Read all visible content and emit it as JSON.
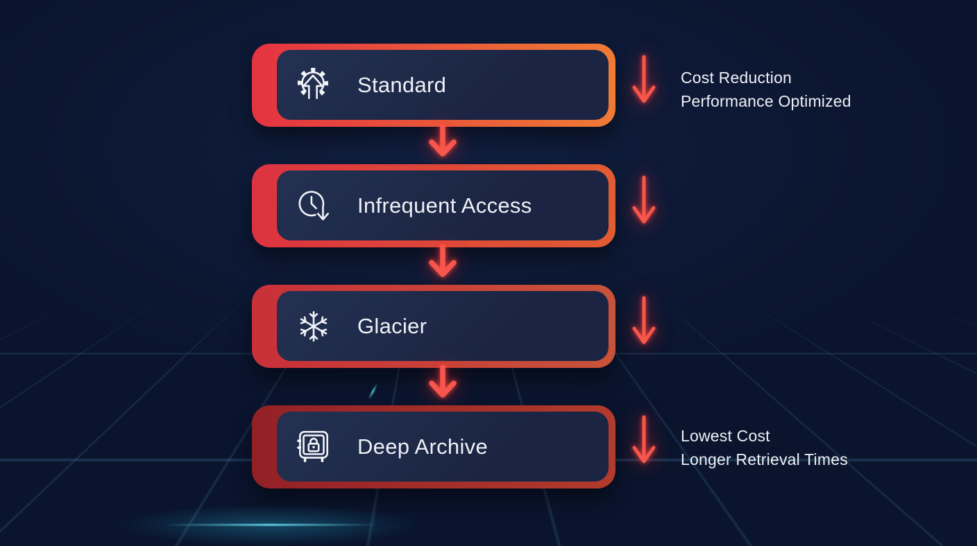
{
  "palette": {
    "background": "#0a142d",
    "panel": "#1d2945",
    "text": "#eef1f6",
    "arrow": "#f7564d",
    "grid": "#5eb0d6"
  },
  "cards": [
    {
      "label": "Standard",
      "icon": "gear-up-arrow-icon",
      "border_from": "#e43340",
      "border_to": "#ee7b35"
    },
    {
      "label": "Infrequent Access",
      "icon": "clock-down-arrow-icon",
      "border_from": "#dd3340",
      "border_to": "#e05c32"
    },
    {
      "label": "Glacier",
      "icon": "snowflake-icon",
      "border_from": "#c93038",
      "border_to": "#c8533a"
    },
    {
      "label": "Deep Archive",
      "icon": "safe-lock-icon",
      "border_from": "#932026",
      "border_to": "#b23b2c"
    }
  ],
  "annotations": {
    "top": {
      "line1": "Cost Reduction",
      "line2": "Performance Optimized"
    },
    "bottom": {
      "line1": "Lowest Cost",
      "line2": "Longer Retrieval Times"
    }
  }
}
